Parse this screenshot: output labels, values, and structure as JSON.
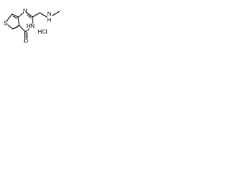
{
  "atoms": {
    "sulfur": "S",
    "nitrogen_top": "N",
    "nh_ring": "N",
    "nh_ring_h": "H",
    "nh_chain": "N",
    "nh_chain_h": "H",
    "oxygen": "O",
    "salt": "HCl"
  }
}
